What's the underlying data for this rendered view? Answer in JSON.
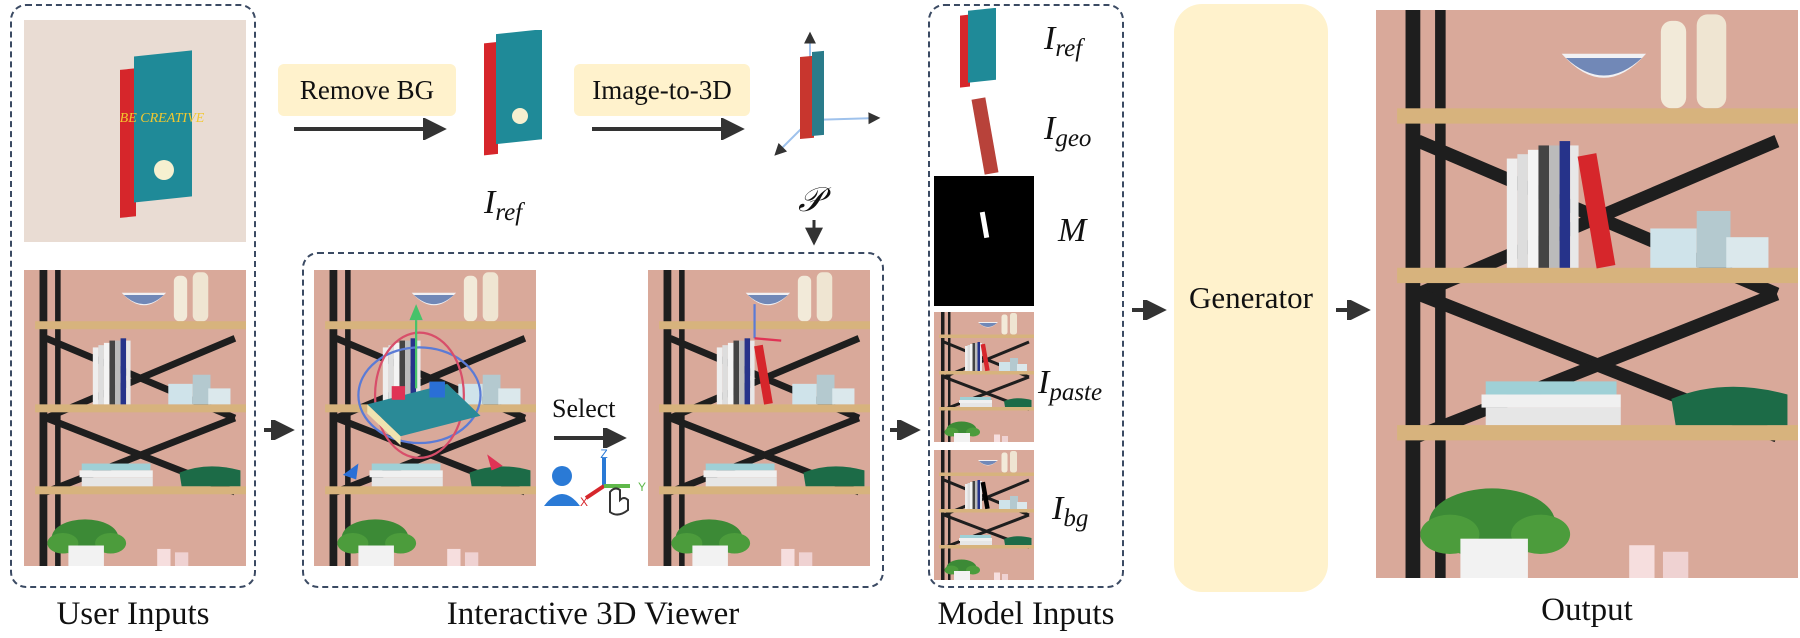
{
  "stages": {
    "user_inputs": "User Inputs",
    "viewer": "Interactive 3D Viewer",
    "model_inputs": "Model Inputs",
    "output": "Output"
  },
  "steps": {
    "remove_bg": "Remove BG",
    "image_to_3d": "Image-to-3D",
    "select": "Select"
  },
  "symbols": {
    "i_ref_main": "I",
    "i_ref_sub": "ref",
    "p": "𝒫",
    "model": [
      {
        "base": "I",
        "sub": "ref"
      },
      {
        "base": "I",
        "sub": "geo"
      },
      {
        "base": "M",
        "sub": ""
      },
      {
        "base": "I",
        "sub": "paste"
      },
      {
        "base": "I",
        "sub": "bg"
      }
    ]
  },
  "generator": "Generator",
  "book": {
    "cover_text": "BE CREATIVE",
    "spine_text": "BE CREATIVE",
    "cover_color": "#1f8a98",
    "spine_color": "#d6262b"
  },
  "gizmo_axes": [
    "Z",
    "Y",
    "X"
  ],
  "colors": {
    "dashed_border": "#3b4a63",
    "highlight": "#fff2cc",
    "wall": "#d9a99a",
    "shelf": "#d7b37d",
    "frame": "#1e1e1e"
  }
}
